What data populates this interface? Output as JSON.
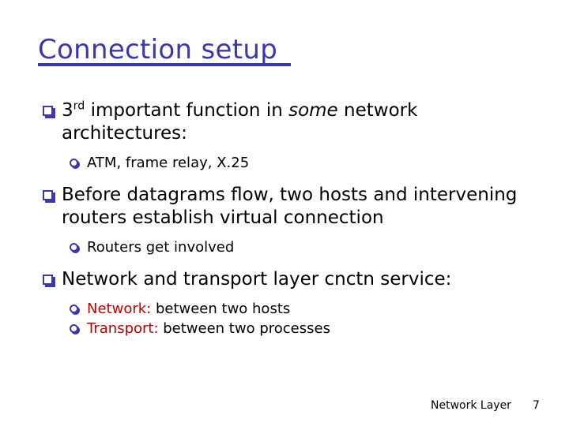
{
  "slide": {
    "title": "Connection setup",
    "title_color": "#3B39A8",
    "background_color": "#FFFFFF",
    "accent_red": "#C00000",
    "bullets": [
      {
        "level": 1,
        "icon": "square-bullet-icon",
        "text_lead": "3",
        "text_sup": "rd",
        "text_mid": " important function in ",
        "text_italic": "some",
        "text_tail": " network architectures:"
      },
      {
        "level": 2,
        "icon": "circle-bullet-icon",
        "text": "ATM, frame relay, X.25"
      },
      {
        "level": 1,
        "icon": "square-bullet-icon",
        "text": "Before datagrams flow, two hosts and intervening routers establish virtual connection"
      },
      {
        "level": 2,
        "icon": "circle-bullet-icon",
        "text": "Routers get involved"
      },
      {
        "level": 1,
        "icon": "square-bullet-icon",
        "text": "Network and transport layer cnctn service:"
      },
      {
        "level": 2,
        "icon": "circle-bullet-icon",
        "text_red": "Network:",
        "text": " between two hosts"
      },
      {
        "level": 2,
        "icon": "circle-bullet-icon",
        "text_red": "Transport:",
        "text": " between two processes"
      }
    ]
  },
  "footer": {
    "label": "Network Layer",
    "page_number": "7"
  }
}
